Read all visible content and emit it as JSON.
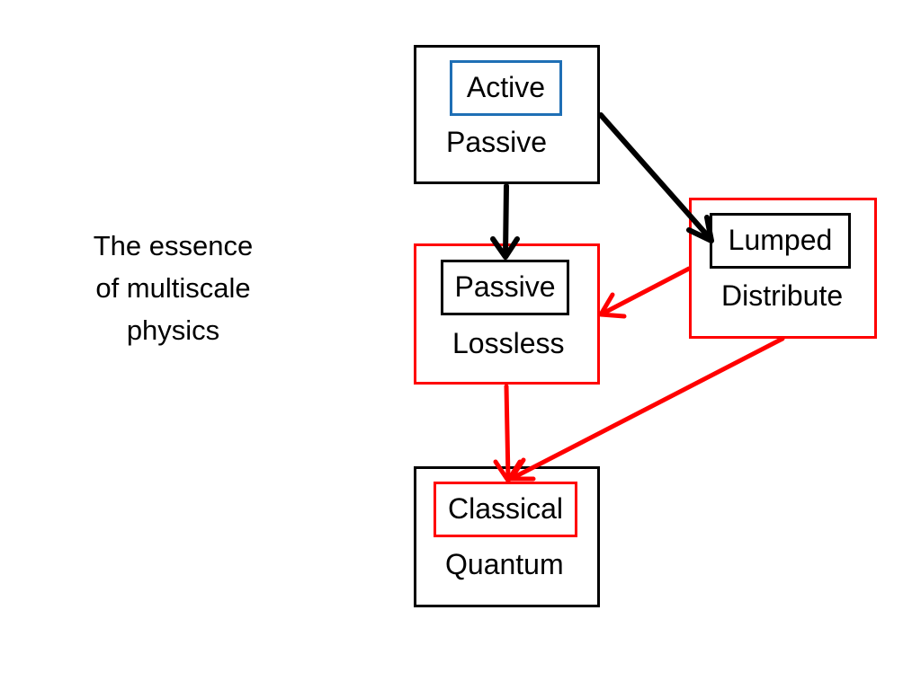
{
  "caption": {
    "line1": "The essence",
    "line2": "of multiscale",
    "line3": "physics"
  },
  "nodes": {
    "active_passive": {
      "tag": "Active",
      "sub": "Passive",
      "border_color": "#000000",
      "tag_color": "#1f6fb5"
    },
    "passive_lossless": {
      "tag": "Passive",
      "sub": "Lossless",
      "border_color": "#ff0000",
      "tag_color": "#000000"
    },
    "lumped_distribute": {
      "tag": "Lumped",
      "sub": "Distribute",
      "border_color": "#ff0000",
      "tag_color": "#000000"
    },
    "classical_quantum": {
      "tag": "Classical",
      "sub": "Quantum",
      "border_color": "#000000",
      "tag_color": "#ff0000"
    }
  },
  "edges": [
    {
      "from": "active_passive",
      "to": "passive_lossless",
      "color": "#000000"
    },
    {
      "from": "active_passive",
      "to": "lumped_distribute",
      "color": "#000000"
    },
    {
      "from": "lumped_distribute",
      "to": "passive_lossless",
      "color": "#ff0000"
    },
    {
      "from": "passive_lossless",
      "to": "classical_quantum",
      "color": "#ff0000"
    },
    {
      "from": "lumped_distribute",
      "to": "classical_quantum",
      "color": "#ff0000"
    }
  ]
}
